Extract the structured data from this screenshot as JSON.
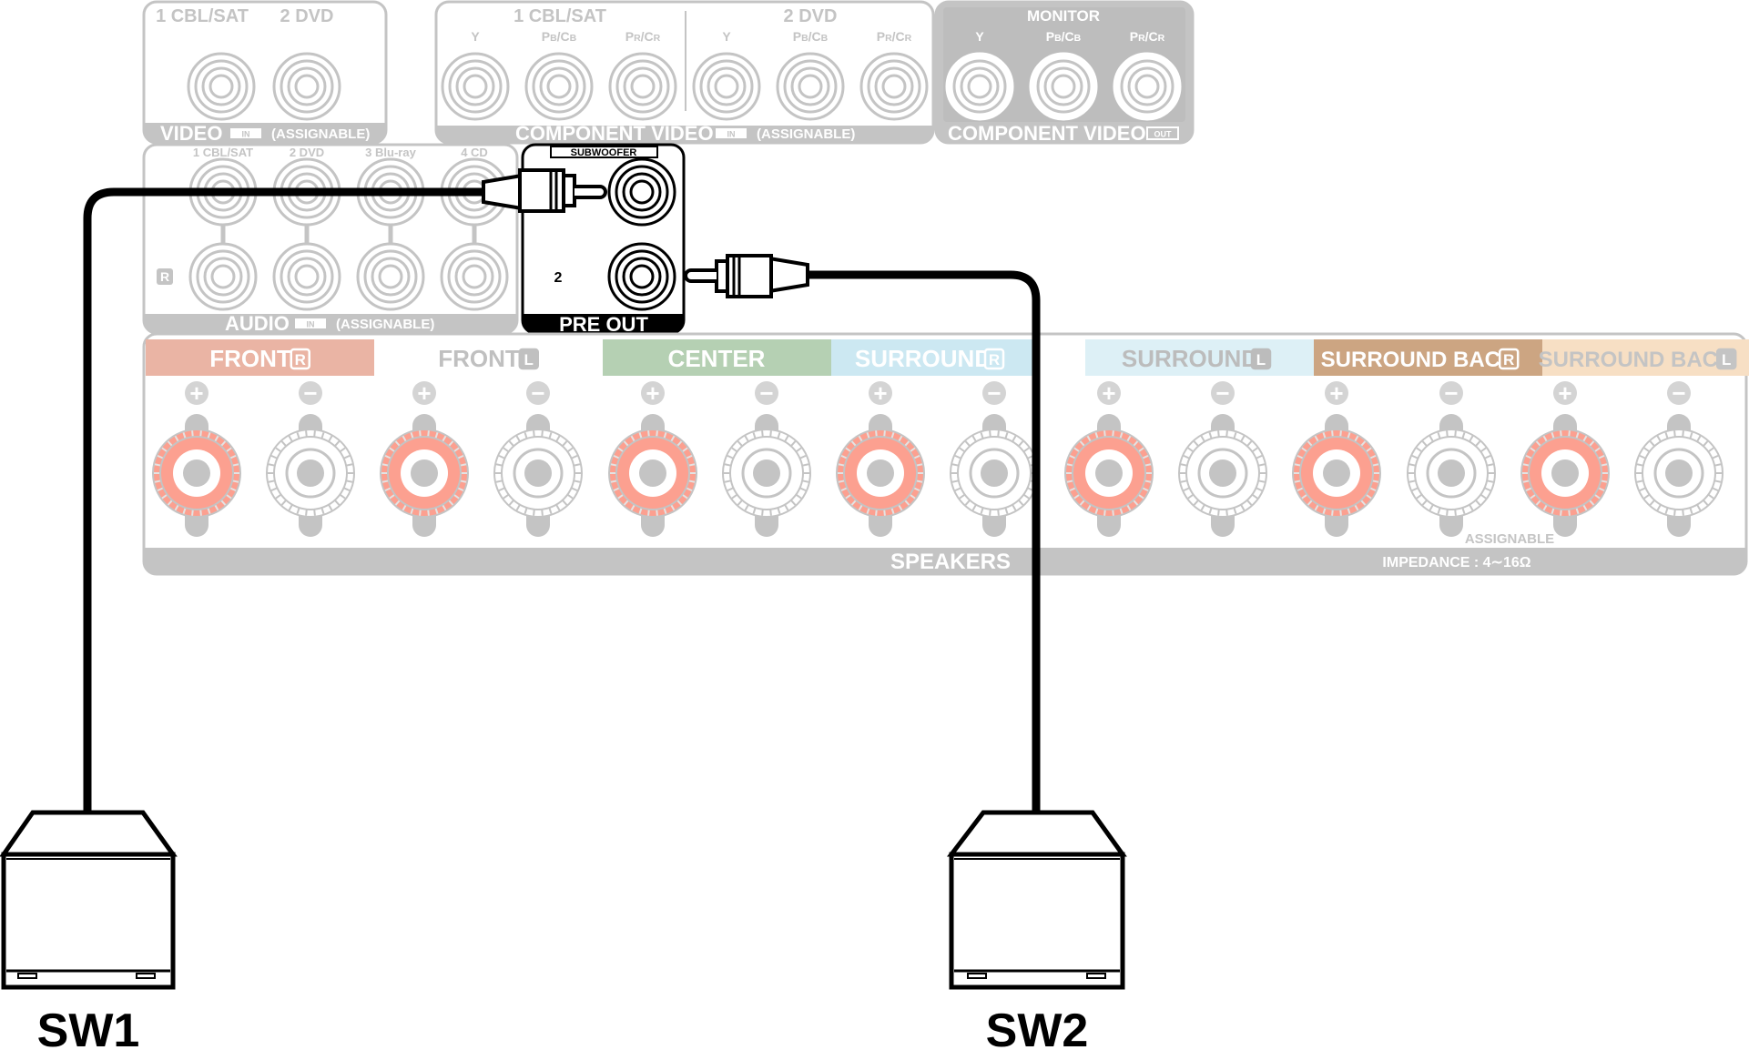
{
  "video_in": {
    "inputs": [
      "1 CBL/SAT",
      "2 DVD"
    ],
    "title": "VIDEO",
    "badge": "IN",
    "note": "(ASSIGNABLE)"
  },
  "component_in": {
    "groups": [
      {
        "name": "1 CBL/SAT",
        "jacks": [
          "Y",
          "PB/CB",
          "PR/CR"
        ]
      },
      {
        "name": "2 DVD",
        "jacks": [
          "Y",
          "PB/CB",
          "PR/CR"
        ]
      }
    ],
    "title": "COMPONENT VIDEO",
    "badge": "IN",
    "note": "(ASSIGNABLE)"
  },
  "component_out": {
    "group": "MONITOR",
    "jacks": [
      "Y",
      "PB/CB",
      "PR/CR"
    ],
    "title": "COMPONENT VIDEO",
    "badge": "OUT"
  },
  "audio_in": {
    "inputs": [
      "1 CBL/SAT",
      "2 DVD",
      "3 Blu-ray",
      "4 CD"
    ],
    "channel_badge": "R",
    "title": "AUDIO",
    "badge": "IN",
    "note": "(ASSIGNABLE)"
  },
  "pre_out": {
    "header": "SUBWOOFER",
    "jack2_label": "2",
    "title": "PRE OUT"
  },
  "speakers": {
    "channels": [
      {
        "name": "FRONT",
        "side": "R",
        "bg": "#eab4a4",
        "text": "#ffffff"
      },
      {
        "name": "FRONT",
        "side": "L",
        "bg": "#ffffff",
        "text": "#c0c0c0"
      },
      {
        "name": "CENTER",
        "side": "",
        "bg": "#b5d0b3",
        "text": "#ffffff"
      },
      {
        "name": "SURROUND",
        "side": "R",
        "bg": "#cce8f2",
        "text": "#ffffff"
      },
      {
        "name": "SURROUND",
        "side": "L",
        "bg": "#ddf0f6",
        "text": "#bcbcbc"
      },
      {
        "name": "SURROUND BACK",
        "side": "R",
        "bg": "#cca582",
        "text": "#ffffff"
      },
      {
        "name": "SURROUND BACK",
        "side": "L",
        "bg": "#f7dfc4",
        "text": "#c4c4c4"
      }
    ],
    "plus_symbol": "+",
    "minus_symbol": "−",
    "assignable_label": "ASSIGNABLE",
    "left_footer": "SPEAKERS",
    "right_footer": "IMPEDANCE : 4∼16Ω"
  },
  "subwoofers": [
    {
      "label": "SW1"
    },
    {
      "label": "SW2"
    }
  ],
  "colors": {
    "panel_gray": "#c4c4c4",
    "panel_dark": "#bdbdbd",
    "plus_terminal": "#fca090",
    "cable": "#000000"
  }
}
